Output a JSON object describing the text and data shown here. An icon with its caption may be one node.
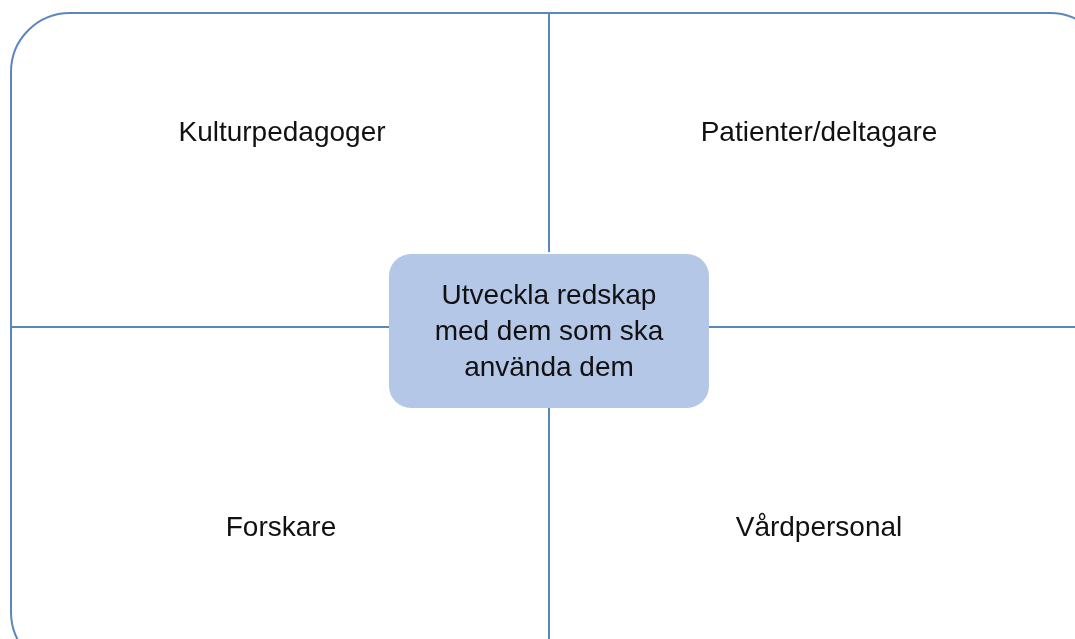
{
  "diagram": {
    "nodes": [
      {
        "text": [],
        "shape": "box"
      },
      {
        "text": [
          "Kulturpedagoger"
        ],
        "in": 0
      },
      {
        "text": [
          "Patienter/deltagare"
        ],
        "in": 0
      },
      {
        "text": [
          "Utveckla redskap med dem som ska använda dem"
        ],
        "in": 0
      },
      {
        "text": [
          "Forskare"
        ],
        "in": 0
      },
      {
        "text": [
          "Vårdpersonal"
        ],
        "in": 0
      }
    ]
  }
}
